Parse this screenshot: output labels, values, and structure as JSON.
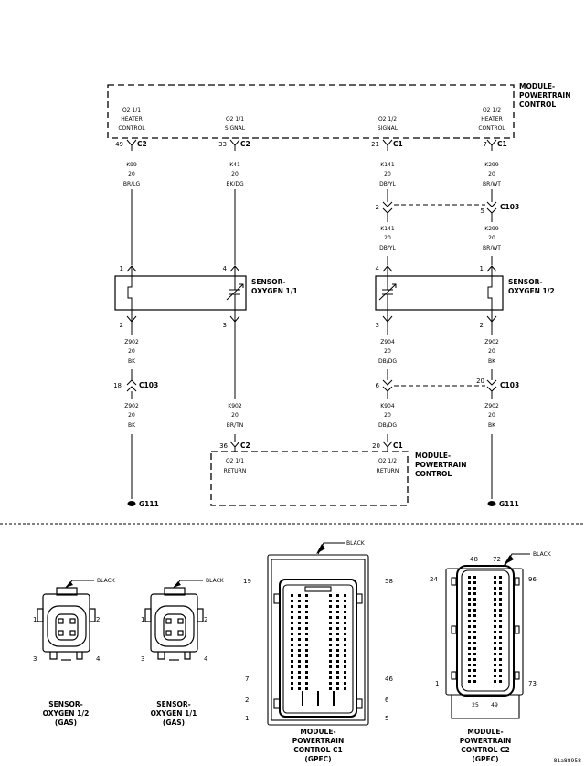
{
  "module_top": {
    "label_lines": [
      "MODULE-",
      "POWERTRAIN",
      "CONTROL"
    ],
    "pins": [
      {
        "name_lines": [
          "O2 1/1",
          "HEATER",
          "CONTROL"
        ],
        "cavity": "49",
        "connector": "C2",
        "circuit": "K99",
        "gauge": "20",
        "color": "BR/LG"
      },
      {
        "name_lines": [
          "O2 1/1",
          "SIGNAL"
        ],
        "cavity": "33",
        "connector": "C2",
        "circuit": "K41",
        "gauge": "20",
        "color": "BK/DG"
      },
      {
        "name_lines": [
          "O2 1/2",
          "SIGNAL"
        ],
        "cavity": "21",
        "connector": "C1",
        "circuit": "K141",
        "gauge": "20",
        "color": "DB/YL"
      },
      {
        "name_lines": [
          "O2 1/2",
          "HEATER",
          "CONTROL"
        ],
        "cavity": "7",
        "connector": "C1",
        "circuit": "K299",
        "gauge": "20",
        "color": "BR/WT"
      }
    ]
  },
  "c103_upper": {
    "label": "C103",
    "cavity_left": "2",
    "cavity_right": "5",
    "wires": [
      {
        "circuit": "K141",
        "gauge": "20",
        "color": "DB/YL"
      },
      {
        "circuit": "K299",
        "gauge": "20",
        "color": "BR/WT"
      }
    ]
  },
  "sensor_11": {
    "label_lines": [
      "SENSOR-",
      "OXYGEN 1/1"
    ],
    "pins_top": [
      "1",
      "4"
    ],
    "pins_bottom": [
      "2",
      "3"
    ]
  },
  "sensor_12": {
    "label_lines": [
      "SENSOR-",
      "OXYGEN 1/2"
    ],
    "pins_top": [
      "4",
      "1"
    ],
    "pins_bottom": [
      "3",
      "2"
    ]
  },
  "lower_wires": [
    {
      "circuit": "Z902",
      "gauge": "20",
      "color": "BK"
    },
    {
      "circuit": "Z904",
      "gauge": "20",
      "color": "DB/DG"
    },
    {
      "circuit": "Z902",
      "gauge": "20",
      "color": "BK"
    }
  ],
  "c103_lower": {
    "label_left": "C103",
    "label_right": "C103",
    "cavity_left": "18",
    "cavity_mid": "6",
    "cavity_right": "20",
    "wires": [
      {
        "circuit": "Z902",
        "gauge": "20",
        "color": "BK"
      },
      {
        "circuit": "K902",
        "gauge": "20",
        "color": "BR/TN"
      },
      {
        "circuit": "K904",
        "gauge": "20",
        "color": "DB/DG"
      },
      {
        "circuit": "Z902",
        "gauge": "20",
        "color": "BK"
      }
    ]
  },
  "module_bottom": {
    "label_lines": [
      "MODULE-",
      "POWERTRAIN",
      "CONTROL"
    ],
    "pins": [
      {
        "cavity": "36",
        "connector": "C2",
        "name_lines": [
          "O2 1/1",
          "RETURN"
        ]
      },
      {
        "cavity": "20",
        "connector": "C1",
        "name_lines": [
          "O2 1/2",
          "RETURN"
        ]
      }
    ]
  },
  "grounds": [
    "G111",
    "G111"
  ],
  "connectors": [
    {
      "color_label": "BLACK",
      "pins": [
        "1",
        "2",
        "3",
        "4"
      ],
      "caption_lines": [
        "SENSOR-",
        "OXYGEN 1/2",
        "(GAS)"
      ]
    },
    {
      "color_label": "BLACK",
      "pins": [
        "1",
        "2",
        "3",
        "4"
      ],
      "caption_lines": [
        "SENSOR-",
        "OXYGEN 1/1",
        "(GAS)"
      ]
    },
    {
      "color_label": "BLACK",
      "pins": [
        "19",
        "58",
        "7",
        "46",
        "2",
        "6",
        "1",
        "5"
      ],
      "caption_lines": [
        "MODULE-",
        "POWERTRAIN",
        "CONTROL C1",
        "(GPEC)"
      ]
    },
    {
      "color_label": "BLACK",
      "pins": [
        "48",
        "72",
        "24",
        "96",
        "1",
        "73",
        "25",
        "49"
      ],
      "caption_lines": [
        "MODULE-",
        "POWERTRAIN",
        "CONTROL C2",
        "(GPEC)"
      ]
    }
  ],
  "figure_id": "81a88958"
}
